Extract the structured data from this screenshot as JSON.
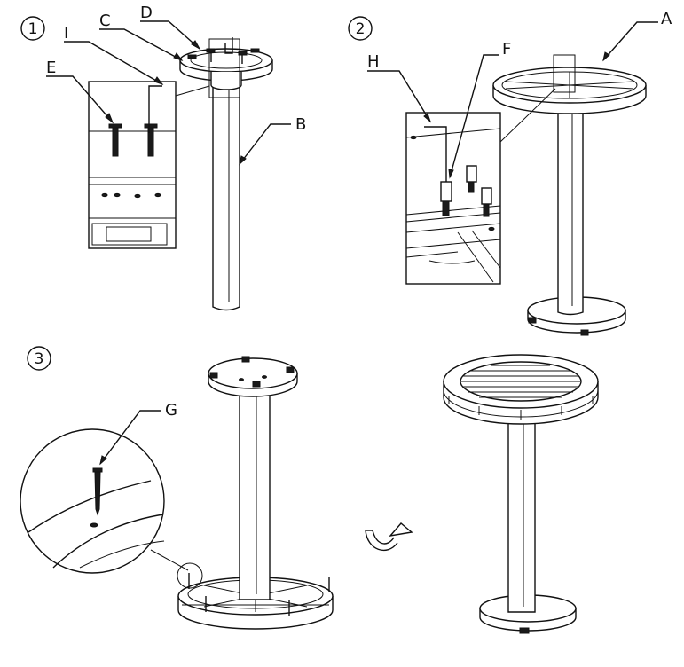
{
  "steps": [
    {
      "number": "1"
    },
    {
      "number": "2"
    },
    {
      "number": "3"
    }
  ],
  "callouts": {
    "a": "A",
    "b": "B",
    "c": "C",
    "d": "D",
    "e": "E",
    "f": "F",
    "g": "G",
    "h": "H",
    "i": "I"
  },
  "colors": {
    "line": "#111111",
    "background": "#ffffff"
  }
}
